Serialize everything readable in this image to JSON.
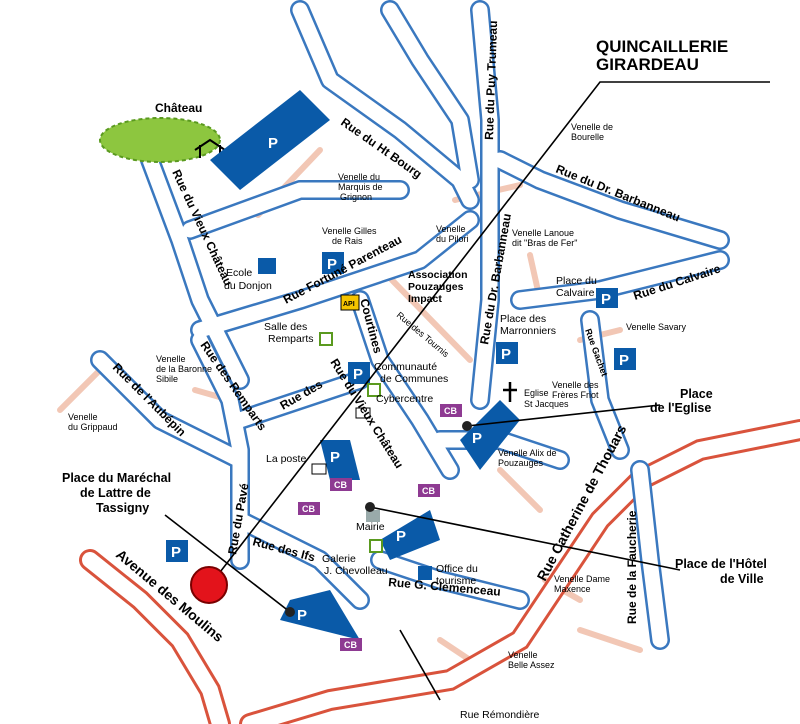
{
  "title": {
    "line1": "QUINCAILLERIE",
    "line2": "GIRARDEAU"
  },
  "callouts": {
    "eglise": [
      "Place",
      "de l'Eglise"
    ],
    "marechal": [
      "Place du Maréchal",
      "de Lattre de",
      "Tassigny"
    ],
    "hotel": [
      "Place de l'Hôtel",
      "de Ville"
    ]
  },
  "streets": {
    "ht_bourg": "Rue du Ht Bourg",
    "puy_trumeau": "Rue du Puy Trumeau",
    "vieux_chateau_left": "Rue du Vieux Château",
    "fortune_parenteau": "Rue Fortuné Parenteau",
    "dr_barbanneau_v": "Rue du Dr. Barbanneau",
    "dr_barbanneau_h": "Rue du Dr. Barbanneau",
    "calvaire": "Rue du Calvaire",
    "remparts": "Rue des Remparts",
    "aubepin": "Rue de l'Aubépin",
    "courtines": "Courtines",
    "vieux_chateau_mid": "Rue du Vieux Château",
    "rue_des": "Rue des",
    "pave": "Rue du Pavé",
    "ifs": "Rue des Ifs",
    "avenue_moulins": "Avenue des Moulins",
    "catherine_thouars": "Rue Catherine de Thouars",
    "faucherie": "Rue de la Faucherie",
    "clemenceau": "Rue G. Clemenceau",
    "gachet": "Rue Gachet",
    "tournis": "Rue des Tournis",
    "remondiere": "Rue Rémondière"
  },
  "places": {
    "chateau": "Château",
    "ecole": [
      "Ecole",
      "du Donjon"
    ],
    "salle": [
      "Salle des",
      "Remparts"
    ],
    "association": [
      "Association",
      "Pouzauges",
      "Impact"
    ],
    "communaute": [
      "Communauté",
      "de Communes"
    ],
    "cybercentre": "Cybercentre",
    "poste": "La poste",
    "mairie": "Mairie",
    "galerie": [
      "Galerie",
      "J. Chevolleau"
    ],
    "office": [
      "Office du",
      "tourisme"
    ],
    "marronniers": [
      "Place des",
      "Marronniers"
    ],
    "calvaire_place": [
      "Place du",
      "Calvaire"
    ],
    "eglise_stj": [
      "Eglise",
      "St Jacques"
    ]
  },
  "venelles": {
    "bourelle": [
      "Venelle de",
      "Bourelle"
    ],
    "marquis": [
      "Venelle du",
      "Marquis de",
      "Grignon"
    ],
    "gilles": [
      "Venelle Gilles",
      "de Rais"
    ],
    "pilori": [
      "Venelle",
      "du Pilori"
    ],
    "lanoue": [
      "Venelle Lanoue",
      "dit \"Bras de Fer\""
    ],
    "savary": "Venelle Savary",
    "freres": [
      "Venelle des",
      "Frères Friot"
    ],
    "baronne": [
      "Venelle",
      "de la Baronne",
      "Sibile"
    ],
    "grippaud": [
      "Venelle",
      "du Grippaud"
    ],
    "alix": [
      "Venelle Alix de",
      "Pouzauges"
    ],
    "dame": [
      "Venelle Dame",
      "Maxence"
    ],
    "belle": [
      "Venelle",
      "Belle Assez"
    ]
  },
  "icons": {
    "parking": "P",
    "cash": "CB",
    "api": "API"
  },
  "colors": {
    "road": "#3a78bf",
    "parking": "#0a5aa8",
    "cb": "#8e3a92",
    "main_road": "#d9533c",
    "venelle": "#f2c7b5",
    "marker": "#e3131b",
    "trees": "#8dc63f"
  }
}
